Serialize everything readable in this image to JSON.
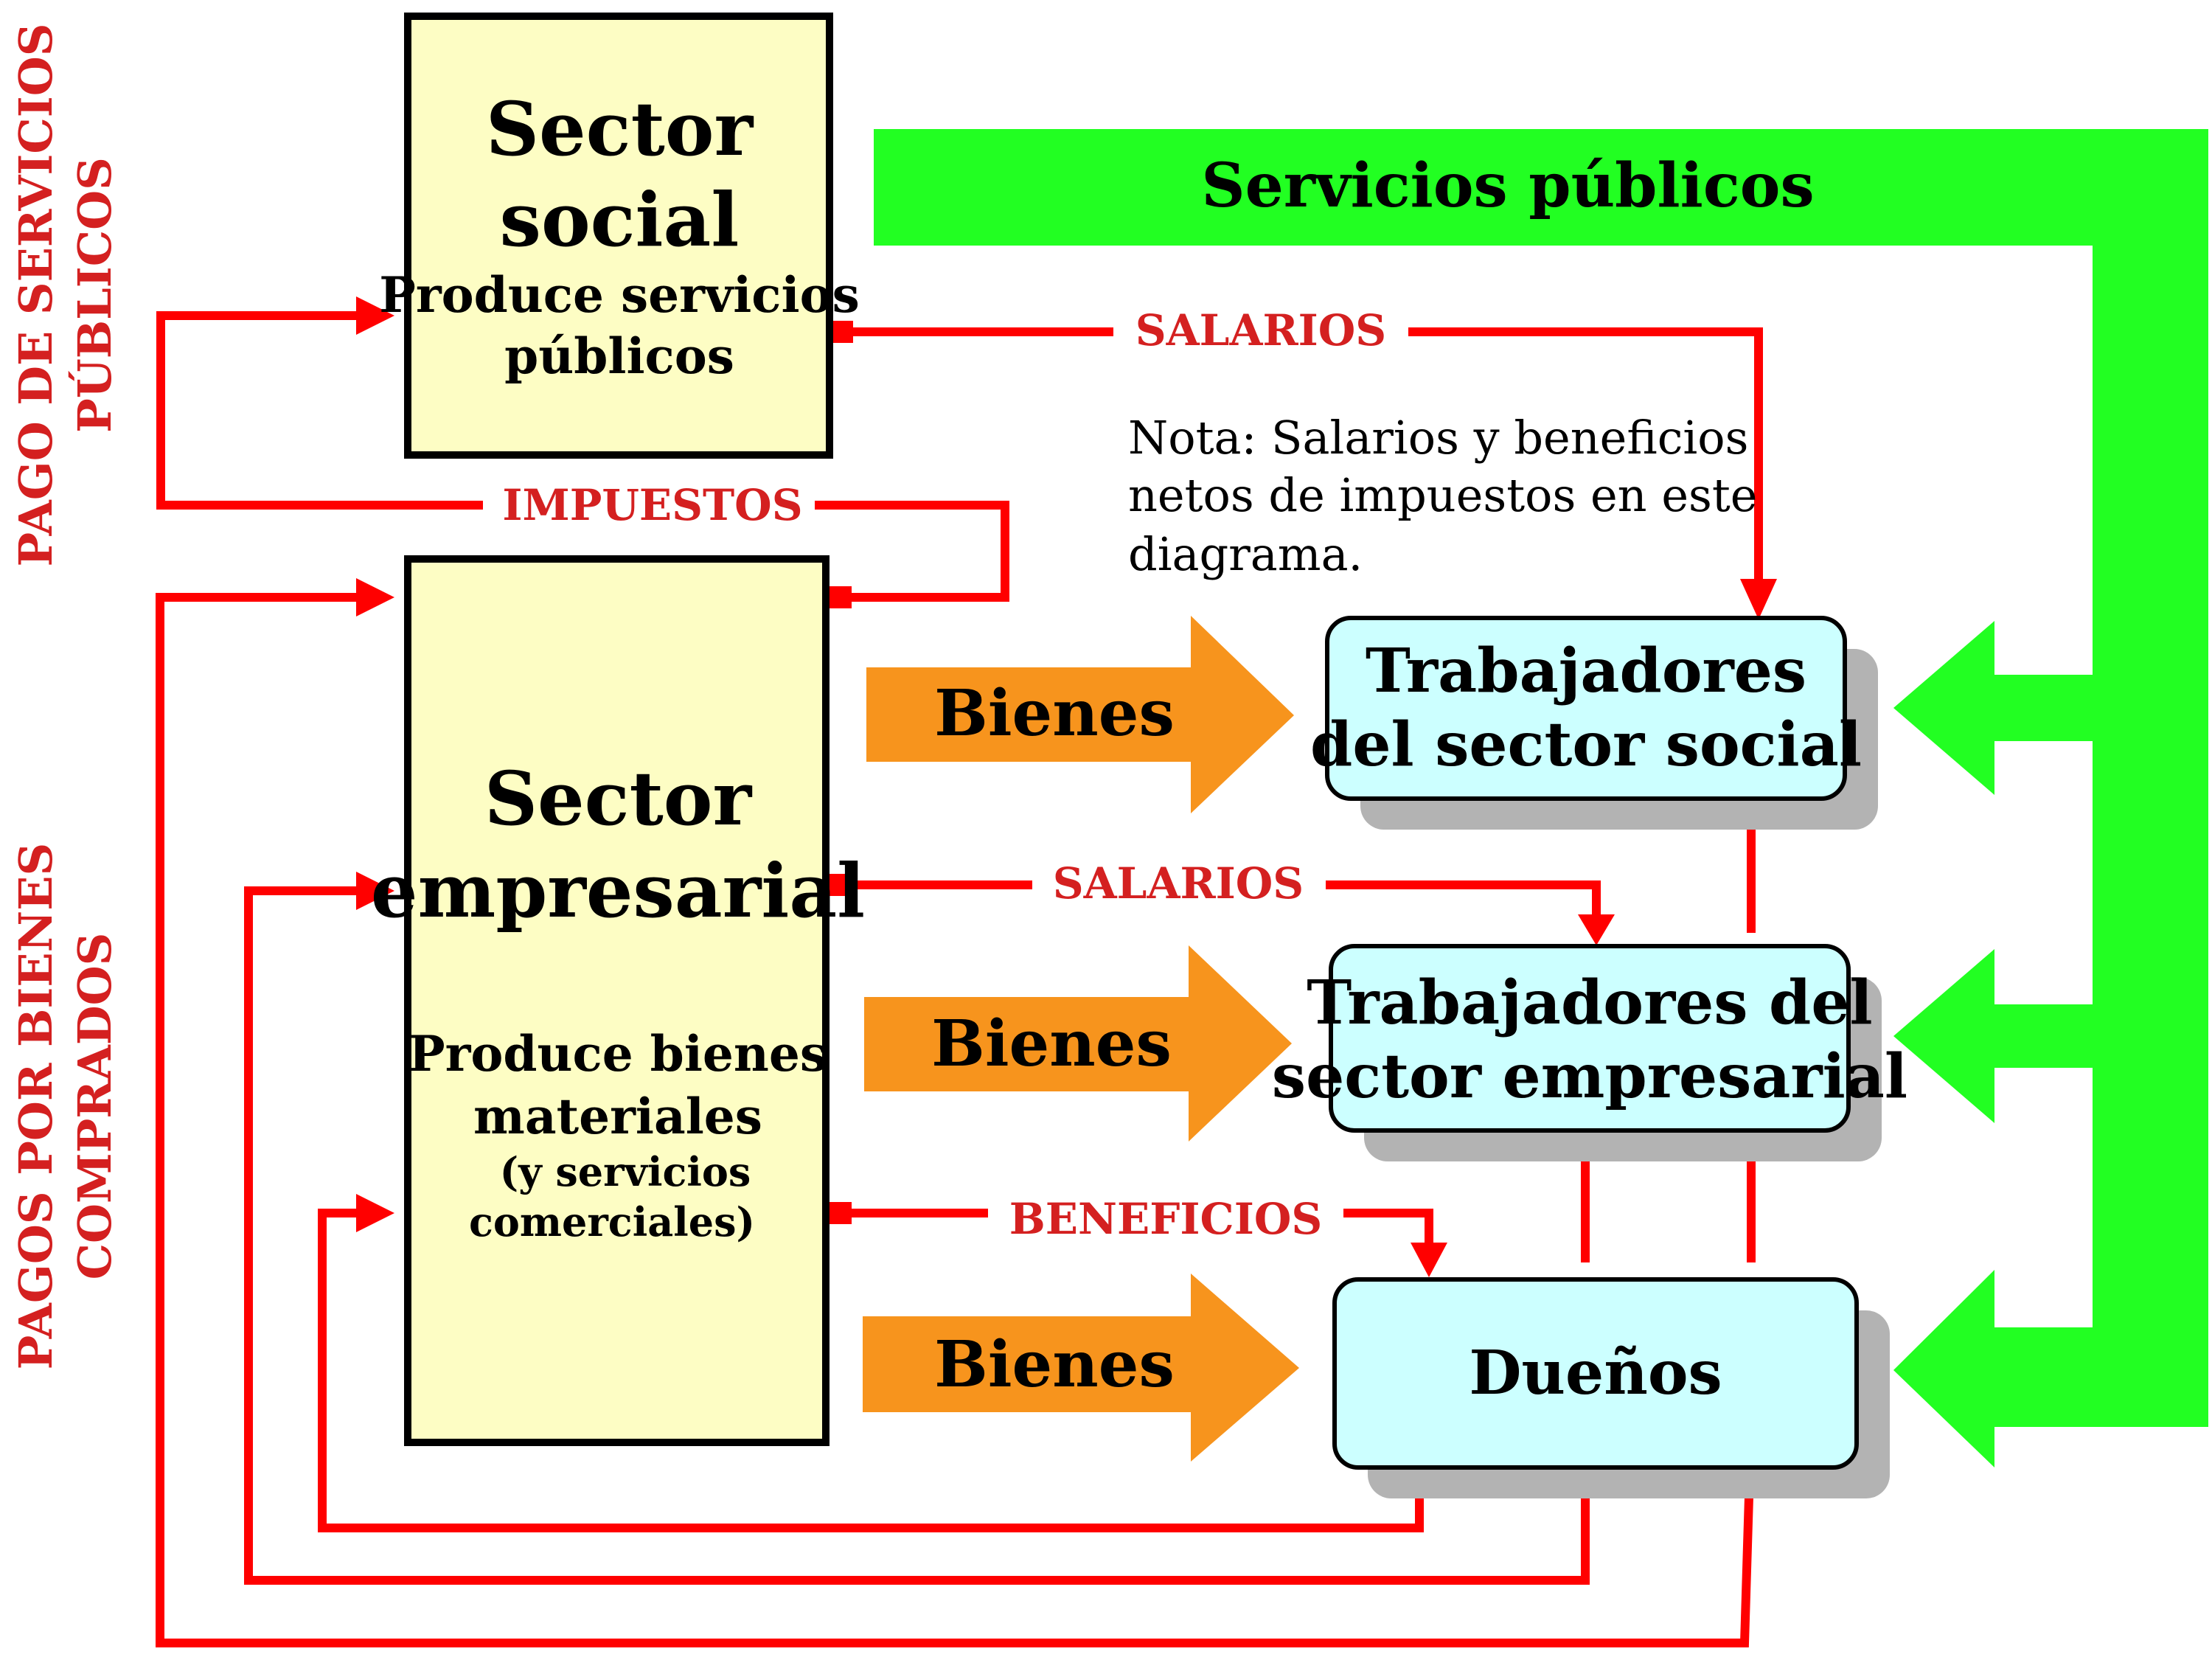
{
  "sector_social": {
    "title_line1": "Sector",
    "title_line2": "social",
    "desc_line1": "Produce servicios",
    "desc_line2": "públicos"
  },
  "sector_empresarial": {
    "title_line1": "Sector",
    "title_line2": "empresarial",
    "desc_line1": "Produce bienes",
    "desc_line2": "materiales",
    "desc_line3": "(y servicios",
    "desc_line4": "comerciales)"
  },
  "servicios_publicos": {
    "label": "Servicios públicos"
  },
  "goods_arrows": {
    "label": "Bienes"
  },
  "flows": {
    "salarios_social": "SALARIOS",
    "salarios_empresarial": "SALARIOS",
    "beneficios": "BENEFICIOS",
    "impuestos": "IMPUESTOS"
  },
  "note": {
    "line1": "Nota: Salarios y beneficios",
    "line2": "netos de impuestos en este",
    "line3": "diagrama."
  },
  "agents": {
    "trab_social_line1": "Trabajadores",
    "trab_social_line2": "del sector social",
    "trab_empresarial_line1": "Trabajadores del",
    "trab_empresarial_line2": "sector empresarial",
    "duenos": "Dueños"
  },
  "side_labels": {
    "pago_servicios_line1": "PAGO DE SERVICIOS",
    "pago_servicios_line2": "PÚBLICOS",
    "pagos_bienes_line1": "PAGOS POR BIENES",
    "pagos_bienes_line2": "COMPRADOS"
  },
  "colors": {
    "flow_red": "#ff0000",
    "flow_text_red": "#d42020",
    "services_green": "#22ff22",
    "goods_orange": "#f7941d",
    "sector_fill": "#fdfdc4",
    "agent_fill": "#ccffff",
    "shadow_grey": "#b3b3b3"
  }
}
